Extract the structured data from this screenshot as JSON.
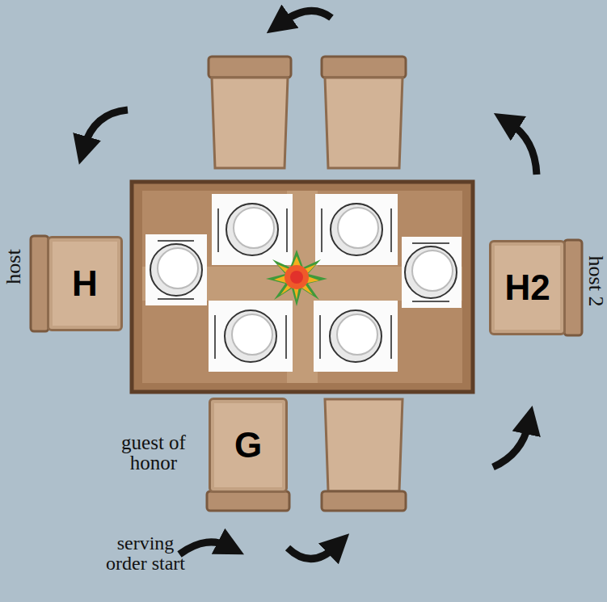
{
  "diagram": {
    "nodes": [
      {
        "text": [
          "H"
        ]
      },
      {
        "text": [
          "H2"
        ]
      },
      {
        "text": [
          "G"
        ]
      }
    ],
    "labels": [
      "host",
      "host 2",
      "guest of honor",
      "serving order start"
    ]
  }
}
